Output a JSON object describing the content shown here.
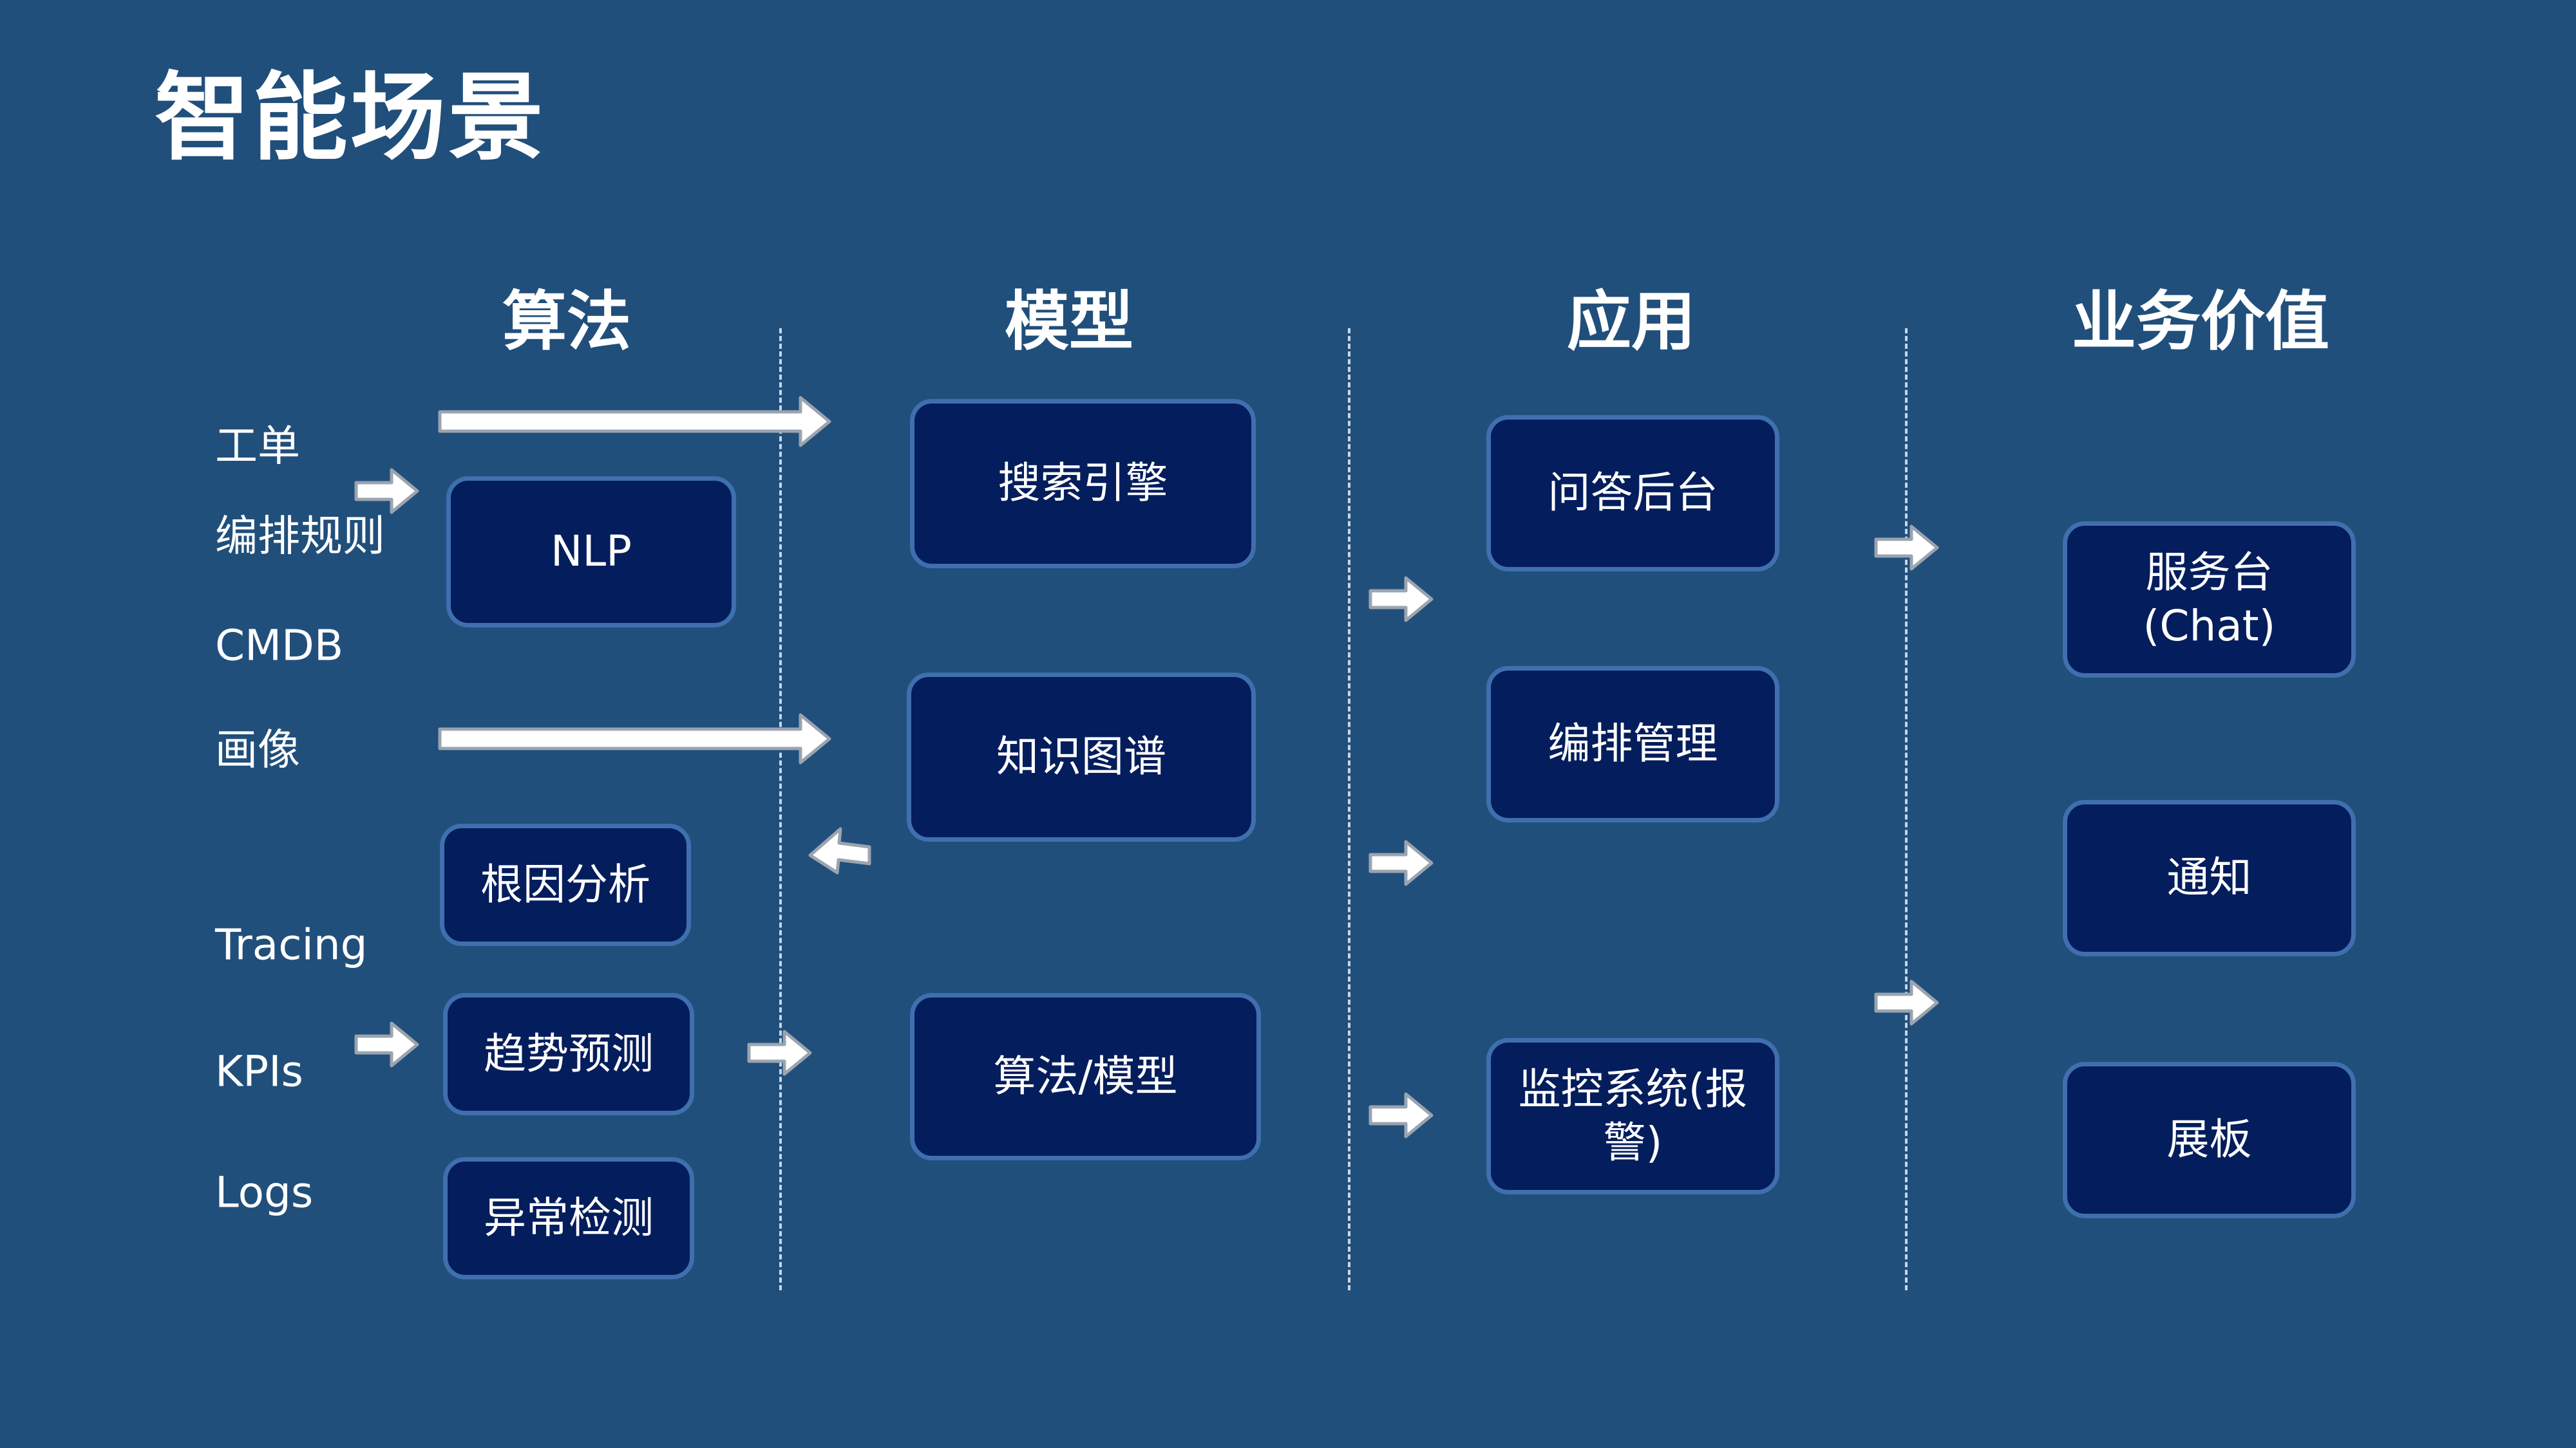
{
  "title": "智能场景",
  "columns": {
    "algorithm": "算法",
    "model": "模型",
    "application": "应用",
    "business_value": "业务价值"
  },
  "inputs": {
    "work_order": "工单",
    "orchestration_rules": "编排规则",
    "cmdb": "CMDB",
    "profile": "画像",
    "tracing": "Tracing",
    "kpis": "KPIs",
    "logs": "Logs"
  },
  "algorithms": {
    "nlp": "NLP",
    "root_cause": "根因分析",
    "trend_forecast": "趋势预测",
    "anomaly_detection": "异常检测"
  },
  "models": {
    "search_engine": "搜索引擎",
    "knowledge_graph": "知识图谱",
    "algorithm_model": "算法/模型"
  },
  "applications": {
    "qa_backend": "问答后台",
    "orchestration_mgmt": "编排管理",
    "monitoring_line1": "监控系统(报",
    "monitoring_line2": "警)"
  },
  "business": {
    "service_desk_line1": "服务台",
    "service_desk_line2": "(Chat)",
    "notification": "通知",
    "dashboard": "展板"
  },
  "colors": {
    "background": "#214f7b",
    "box_fill": "#041d5c",
    "box_border": "#3f6fae",
    "arrow_fill": "#ffffff",
    "arrow_stroke": "#9aa4b0"
  }
}
